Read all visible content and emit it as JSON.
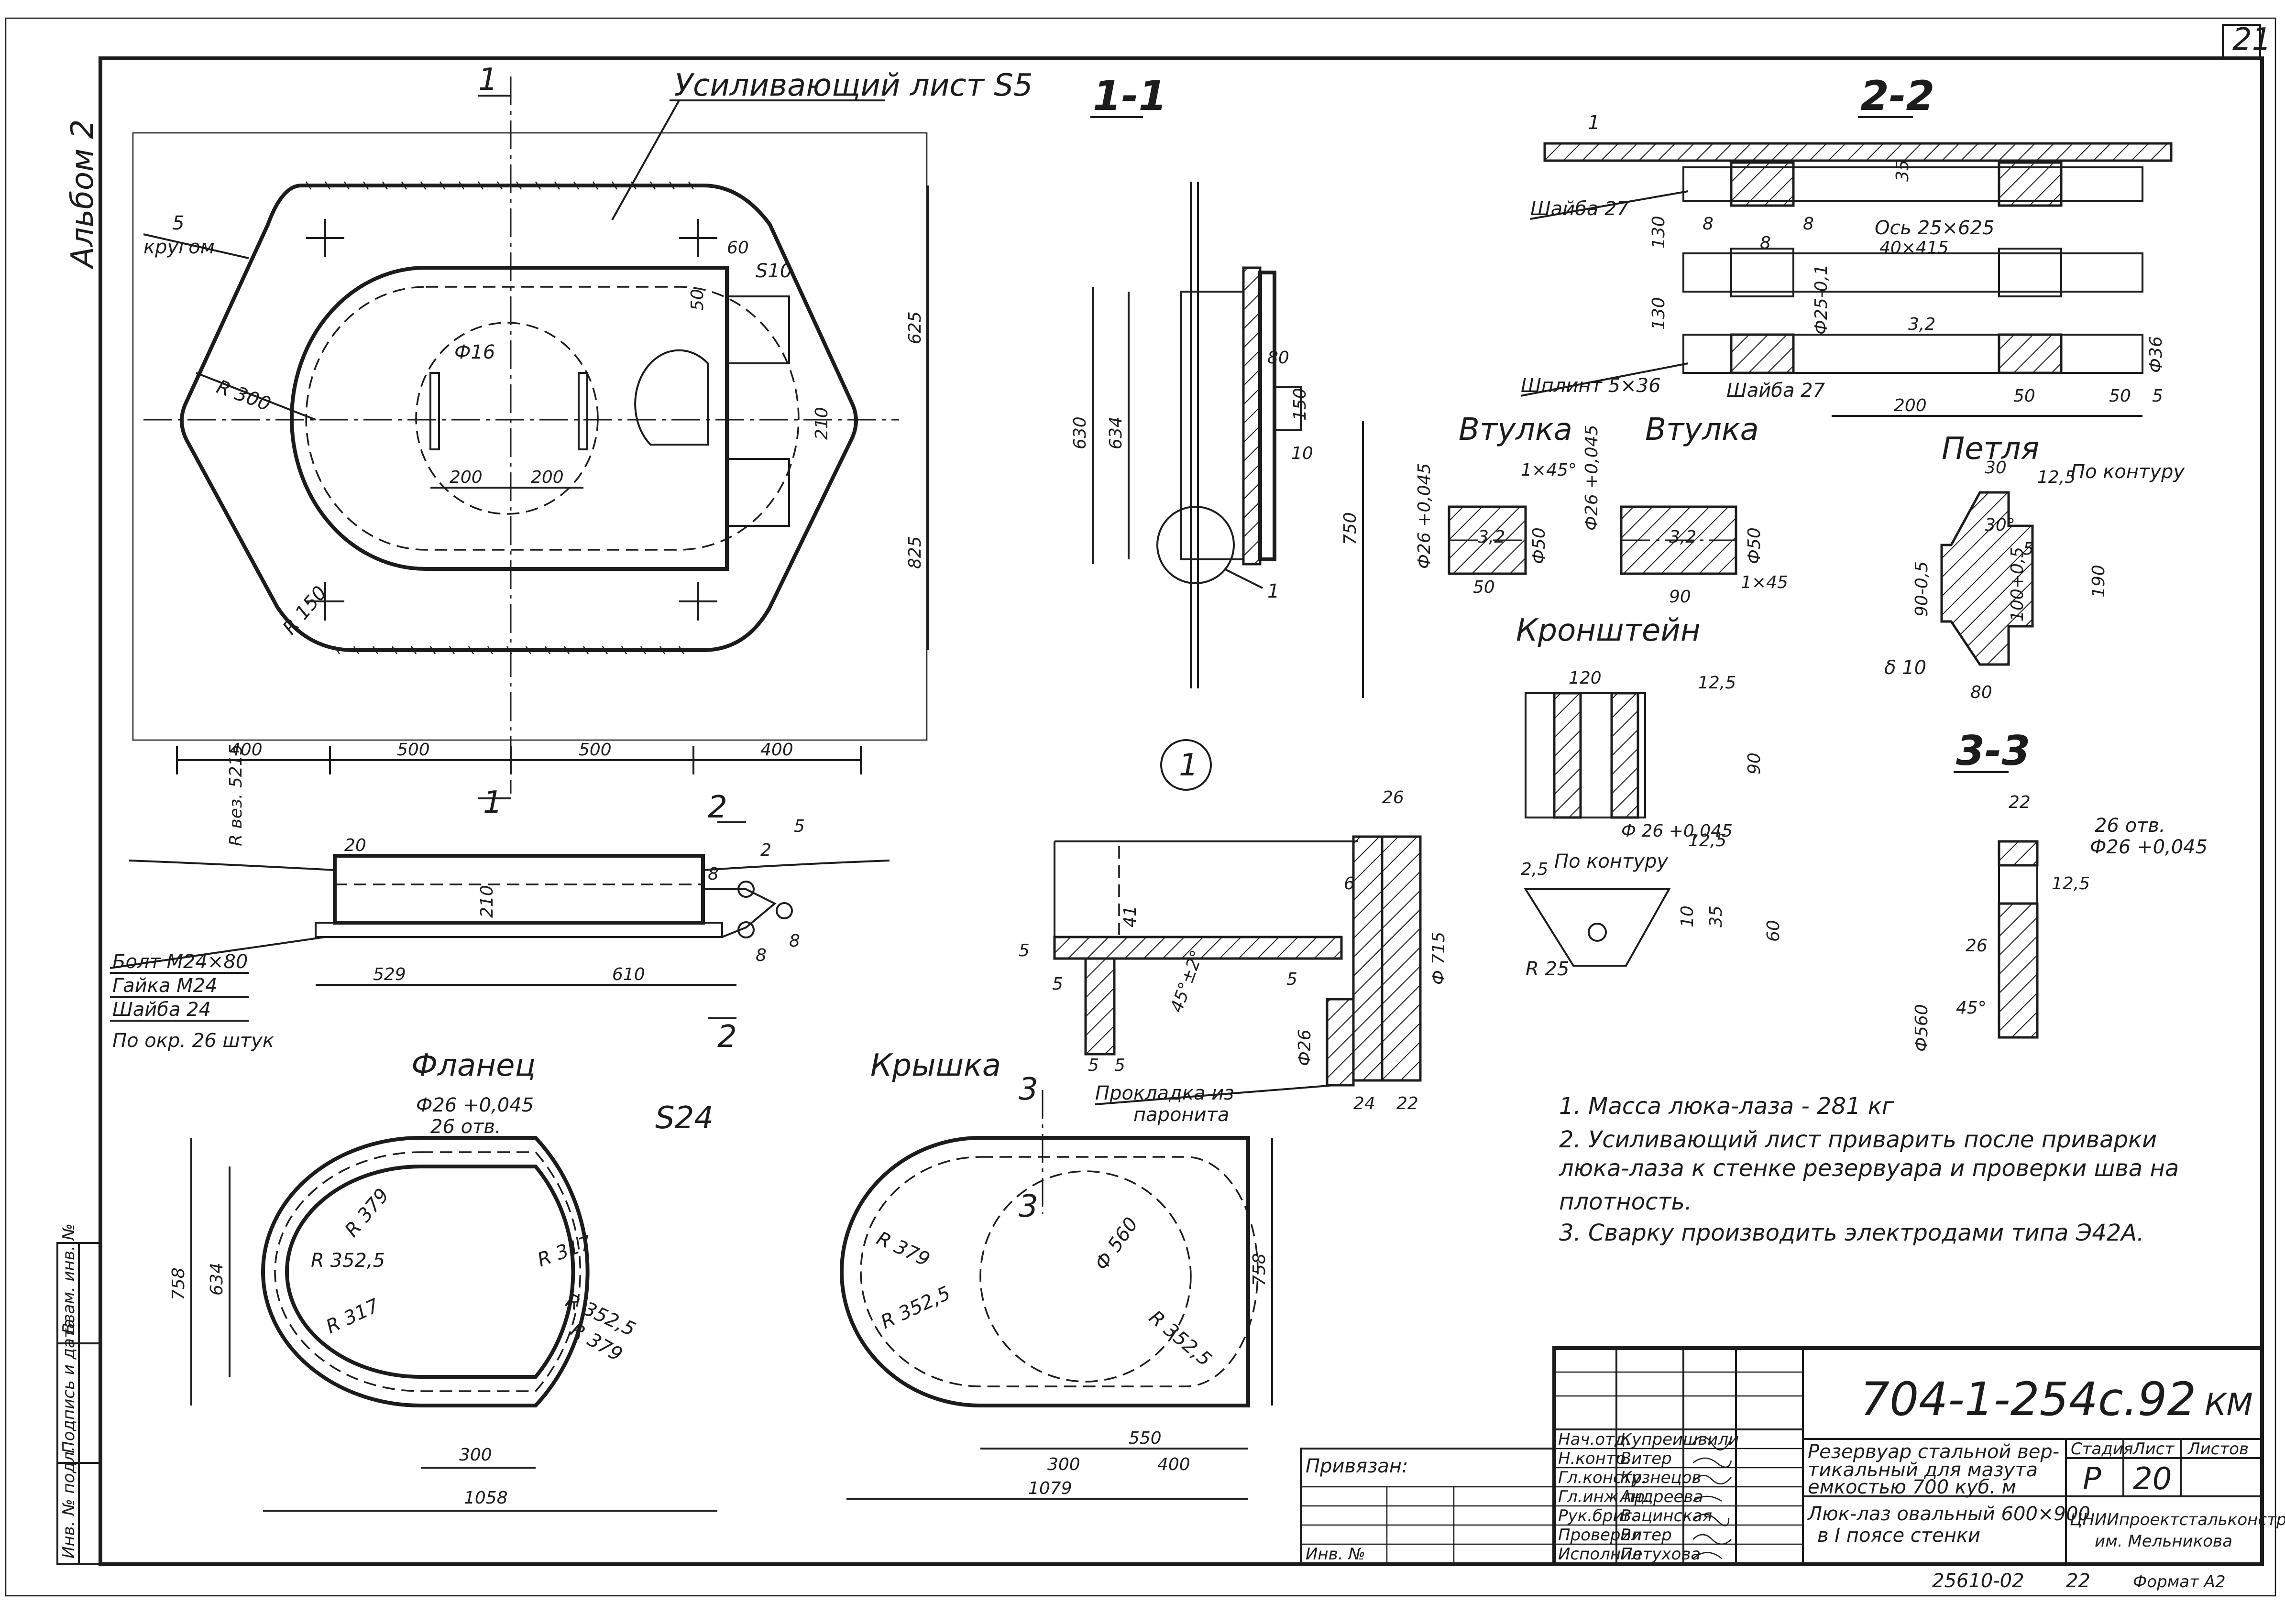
{
  "sheet": {
    "page_number": "21",
    "album": "Альбом 2",
    "format": "Формат А2",
    "archive_number": "25610-02",
    "archive_sheet": "22"
  },
  "plan_view": {
    "section_marker": "1",
    "reinforcing_sheet": "Усиливающий лист S5",
    "weld_note_number": "5",
    "weld_note_text": "кругом",
    "radius_large": "R 300",
    "radius_small": "R 150",
    "dim_phi16": "Ф16",
    "dim_200_left": "200",
    "dim_200_right": "200",
    "dim_60": "60",
    "dim_50": "50",
    "dim_s10": "S10",
    "dim_210": "210",
    "dim_625": "625",
    "dim_825": "825",
    "bottom_dims": [
      "400",
      "500",
      "500",
      "400"
    ]
  },
  "elevation": {
    "radius_label": "R вез. 5215",
    "dim_20": "20",
    "dim_210": "210",
    "dim_529": "529",
    "dim_610": "610",
    "section_2": "2",
    "weld_5": "5",
    "weld_2": "2",
    "weld_8a": "8",
    "weld_8b": "8",
    "weld_8c": "8",
    "fasteners": [
      "Болт  М24×80",
      "Гайка  М24",
      "Шайба  24"
    ],
    "per_circle": "По окр. 26 штук"
  },
  "section_1_1": {
    "title": "1-1",
    "dim_80": "80",
    "dim_150": "150",
    "weld_10": "10",
    "dim_630": "630",
    "dim_634": "634",
    "dim_750": "750",
    "callout": "1"
  },
  "node_1": {
    "label": "1",
    "dim_26": "26",
    "dim_5_left": "5",
    "dim_5_a": "5",
    "dim_5_b": "5",
    "dim_5_c": "5",
    "dim_5_d": "5",
    "dim_6": "6",
    "dim_41": "41",
    "chamfer": "45°±2°",
    "dim_phi26": "Ф26",
    "dim_phi715": "Ф 715",
    "dim_24": "24",
    "dim_22": "22",
    "gasket_line1": "Прокладка из",
    "gasket_line2": "паронита"
  },
  "section_2_2": {
    "title": "2-2",
    "label_1": "1",
    "washer_top": "Шайба 27",
    "washer_bottom": "Шайба 27",
    "axle": "Ось  25×625",
    "axle_alt": "40×415",
    "cotter": "Шплинт 5×36",
    "dim_35": "35",
    "dim_130a": "130",
    "dim_130b": "130",
    "dim_8a": "8",
    "dim_8b": "8",
    "dim_8c": "8",
    "dim_phi25": "Ф25-0,1",
    "dim_32": "3,2",
    "dim_phi36": "Ф36",
    "dim_200": "200",
    "dim_50a": "50",
    "dim_50b": "50",
    "dim_5": "5"
  },
  "sleeve_1": {
    "title": "Втулка",
    "dim_phi26": "Ф26 +0,045",
    "chamfer": "1×45°",
    "dim_phi50": "Ф50",
    "dim_38": "3,2",
    "dim_50": "50"
  },
  "sleeve_2": {
    "title": "Втулка",
    "dim_phi26": "Ф26 +0,045",
    "dim_phi50": "Ф50",
    "dim_32": "3,2",
    "dim_90": "90",
    "chamfer": "1×45"
  },
  "loop": {
    "title": "Петля",
    "dim_30": "30",
    "weld": "12,5",
    "contour": "По контуру",
    "angle": "30°",
    "dim_5": "5",
    "dim_90": "90-0,5",
    "dim_100": "100+0,5",
    "dim_190": "190",
    "delta": "δ 10",
    "dim_80": "80"
  },
  "bracket": {
    "title": "Кронштейн",
    "dim_120": "120",
    "weld_top": "12,5",
    "dim_90": "90",
    "dim_phi26": "Ф 26 +0,045",
    "weld_bottom": "12,5",
    "weld_25": "2,5",
    "contour": "По контуру",
    "dim_10": "10",
    "dim_35": "35",
    "dim_60": "60",
    "radius": "R 25"
  },
  "section_3_3": {
    "title": "3-3",
    "dim_22": "22",
    "holes": "26 отв.",
    "holes_phi": "Ф26 +0,045",
    "weld": "12,5",
    "dim_26": "26",
    "dim_phi560": "Ф560",
    "angle": "45°"
  },
  "flange": {
    "title": "Фланец",
    "plate": "S24",
    "holes_phi": "Ф26 +0,045",
    "holes": "26 отв.",
    "r379a": "R 379",
    "r3525a": "R 352,5",
    "r317a": "R 317",
    "r317b": "R 317",
    "r3525b": "R 352,5",
    "r379b": "R 379",
    "dim_758": "758",
    "dim_634": "634",
    "dim_300": "300",
    "dim_1058": "1058"
  },
  "cover": {
    "title": "Крышка",
    "section_3": "3",
    "section_3b": "3",
    "r379": "R 379",
    "r3525a": "R 352,5",
    "phi560": "Ф 560",
    "r3525b": "R 352,5",
    "dim_758": "758",
    "dim_550": "550",
    "dim_300": "300",
    "dim_400": "400",
    "dim_1079": "1079"
  },
  "notes": [
    "1.  Масса люка-лаза  - 281 кг",
    "2.  Усиливающий лист приварить после приварки",
    "люка-лаза к стенке резервуара и проверки шва на",
    "плотность.",
    "3.  Сварку производить электродами типа Э42А."
  ],
  "side_stamp": [
    "Инв. № подл.",
    "Подпись и дата",
    "Взам. инв. №"
  ],
  "title_block": {
    "code": "704-1-254с.92",
    "mark": "КМ",
    "tied": "Привязан:",
    "inv": "Инв. №",
    "roles": [
      "Нач.отд.",
      "Н.контр.",
      "Гл.констр.",
      "Гл.инж.пр.",
      "Рук.бриг.",
      "Проверил",
      "Исполнил"
    ],
    "names": [
      "Купреишвили",
      "Витер",
      "Кузнецов",
      "Андреева",
      "Вацинская",
      "Витер",
      "Петухова"
    ],
    "object_lines": [
      "Резервуар стальной вер-",
      "тикальный для мазута",
      "емкостью 700 куб. м"
    ],
    "sheet_lines": [
      "Люк-лаз овальный 600×900",
      "в I поясе стенки"
    ],
    "stage_label": "Стадия",
    "sheet_label": "Лист",
    "sheets_label": "Листов",
    "stage": "Р",
    "sheet_no": "20",
    "org_line1": "ЦНИИпроектстальконструкция",
    "org_line2": "им. Мельникова"
  }
}
